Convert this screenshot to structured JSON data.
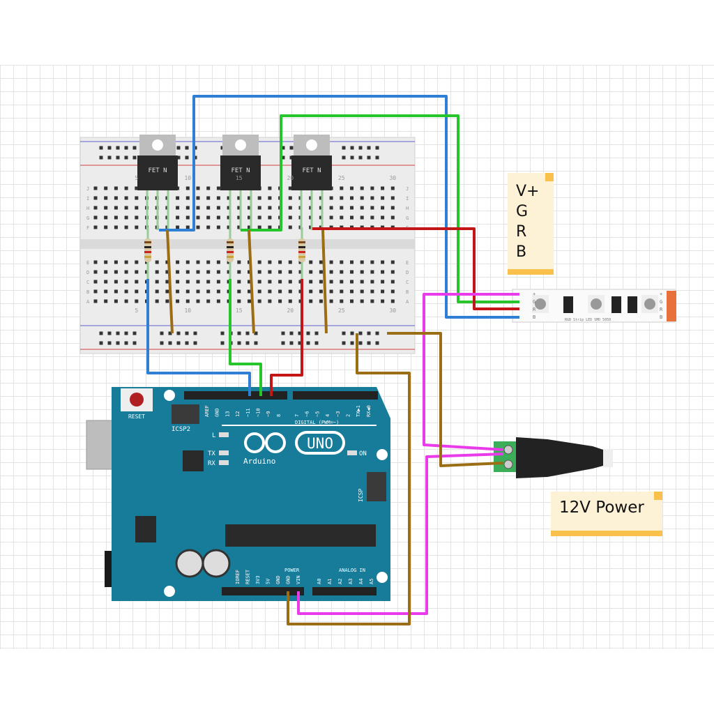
{
  "breadboard": {
    "column_numbers": [
      "5",
      "10",
      "15",
      "20",
      "25",
      "30"
    ],
    "row_letters_top": [
      "J",
      "I",
      "H",
      "G",
      "F"
    ],
    "row_letters_bottom": [
      "E",
      "D",
      "C",
      "B",
      "A"
    ]
  },
  "mosfets": [
    {
      "label": "FET N"
    },
    {
      "label": "FET N"
    },
    {
      "label": "FET N"
    }
  ],
  "arduino": {
    "reset_label": "RESET",
    "icsp2_label": "ICSP2",
    "icsp_label": "ICSP",
    "led_l": "L",
    "tx": "TX",
    "rx": "RX",
    "on": "ON",
    "model": "UNO",
    "brand": "Arduino",
    "digital_label": "DIGITAL (PWM=~)",
    "power_label": "POWER",
    "analog_label": "ANALOG IN",
    "digital_pins": [
      "AREF",
      "GND",
      "13",
      "12",
      "~11",
      "~10",
      "~9",
      "8",
      "7",
      "~6",
      "~5",
      "4",
      "~3",
      "2",
      "TX▶1",
      "RX◀0"
    ],
    "power_pins": [
      "IOREF",
      "RESET",
      "3V3",
      "5V",
      "GND",
      "GND",
      "VIN"
    ],
    "analog_pins": [
      "A0",
      "A1",
      "A2",
      "A3",
      "A4",
      "A5"
    ],
    "color": "#177b9a"
  },
  "led_strip": {
    "label": "RGB Strip LED SMD 5050",
    "pins": [
      "+",
      "G",
      "R",
      "B"
    ]
  },
  "notes": {
    "strip_pins": "V+\nG\nR\nB",
    "power": "12V Power"
  },
  "wire_colors": {
    "blue": "#2f7fd4",
    "green": "#27c52c",
    "red": "#c41616",
    "magenta": "#e93be9",
    "brown": "#9b6e16"
  }
}
